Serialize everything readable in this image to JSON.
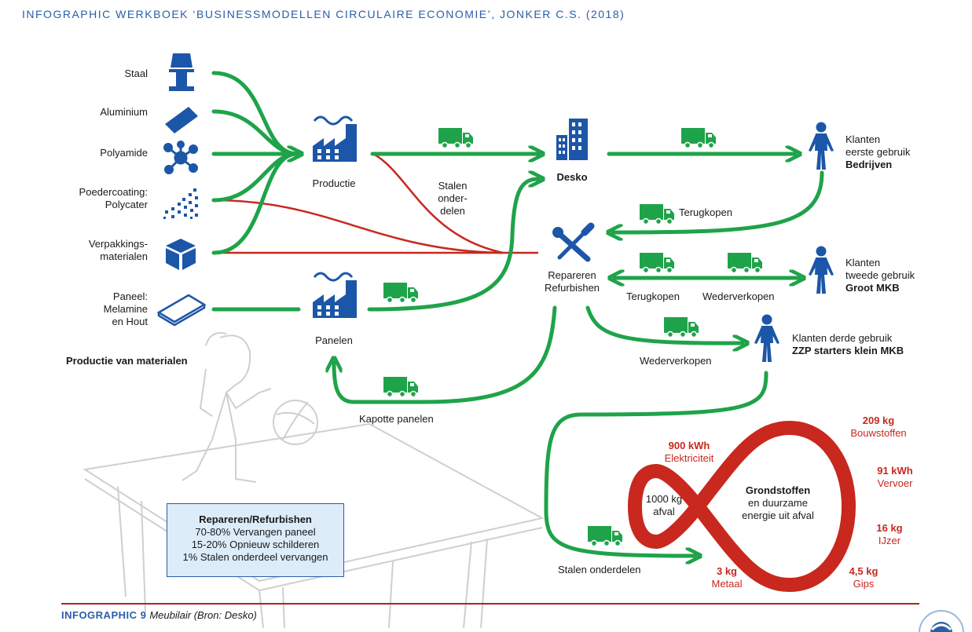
{
  "header": "INFOGRAPHIC WERKBOEK ‘BUSINESSMODELLEN CIRCULAIRE ECONOMIE’, JONKER C.S. (2018)",
  "materials": {
    "staal": "Staal",
    "aluminium": "Aluminium",
    "polyamide": "Polyamide",
    "poedercoating_1": "Poedercoating:",
    "poedercoating_2": "Polycater",
    "verpakkings_1": "Verpakkings-",
    "verpakkings_2": "materialen",
    "paneel_1": "Paneel:",
    "paneel_2": "Melamine",
    "paneel_3": "en Hout",
    "section": "Productie van materialen"
  },
  "nodes": {
    "productie": "Productie",
    "panelen": "Panelen",
    "desko": "Desko",
    "repareren_1": "Repareren",
    "repareren_2": "Refurbishen",
    "stalen_1": "Stalen",
    "stalen_2": "onder-",
    "stalen_3": "delen",
    "kapotte": "Kapotte panelen",
    "stalen_onderdelen": "Stalen onderdelen"
  },
  "flows": {
    "terugkopen_1": "Terugkopen",
    "terugkopen_2": "Terugkopen",
    "wederverkopen_1": "Wederverkopen",
    "wederverkopen_2": "Wederverkopen"
  },
  "customers": {
    "first_1": "Klanten",
    "first_2": "eerste gebruik",
    "first_3": "Bedrijven",
    "second_1": "Klanten",
    "second_2": "tweede gebruik",
    "second_3": "Groot MKB",
    "third_1": "Klanten derde gebruik",
    "third_2": "ZZP starters klein MKB"
  },
  "loop": {
    "center_1": "Grondstoffen",
    "center_2": "en duurzame",
    "center_3": "energie uit afval",
    "waste_1": "1000 kg",
    "waste_2": "afval",
    "items": [
      {
        "value": "900 kWh",
        "label": "Elektriciteit"
      },
      {
        "value": "209 kg",
        "label": "Bouwstoffen"
      },
      {
        "value": "91 kWh",
        "label": "Vervoer"
      },
      {
        "value": "16 kg",
        "label": "IJzer"
      },
      {
        "value": "4,5 kg",
        "label": "Gips"
      },
      {
        "value": "3 kg",
        "label": "Metaal"
      }
    ]
  },
  "infobox": {
    "title": "Repareren/Refurbishen",
    "lines": [
      "70-80% Vervangen paneel",
      "15-20% Opnieuw schilderen",
      "1% Stalen onderdeel vervangen"
    ]
  },
  "footer": {
    "label": "INFOGRAPHIC 9",
    "caption": "Meubilair (Bron: Desko)"
  },
  "colors": {
    "green": "#1fa34a",
    "red": "#c8281e",
    "blue": "#1c56a8",
    "sketch": "#c9c9c9"
  }
}
